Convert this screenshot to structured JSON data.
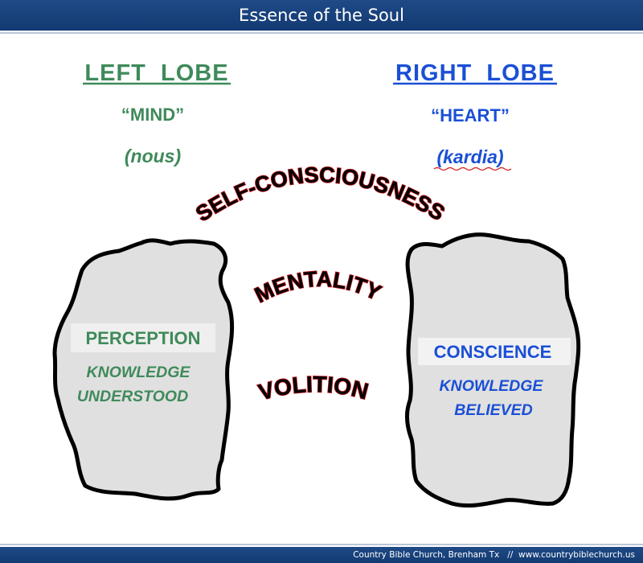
{
  "header": {
    "title": "Essence of the Soul"
  },
  "left_lobe": {
    "title": "LEFT  LOBE",
    "subtitle": "“MIND”",
    "greek": "(nous)",
    "inner_title": "PERCEPTION",
    "inner_line1": "KNOWLEDGE",
    "inner_line2": "UNDERSTOOD",
    "color": "#3f8a5a"
  },
  "right_lobe": {
    "title": "RIGHT  LOBE",
    "subtitle": "“HEART”",
    "greek": "(kardia)",
    "inner_title": "CONSCIENCE",
    "inner_line1": "KNOWLEDGE",
    "inner_line2": "BELIEVED",
    "color": "#1a4fd6"
  },
  "arcs": {
    "top": "SELF-CONSCIOUSNESS",
    "middle": "MENTALITY",
    "bottom": "VOLITION",
    "fill_color": "#000000",
    "outline_color": "#c0141a"
  },
  "shape_fill": "#e0e0e0",
  "footer": {
    "text": "Country Bible Church, Brenham Tx   //  www.countrybiblechurch.us"
  }
}
